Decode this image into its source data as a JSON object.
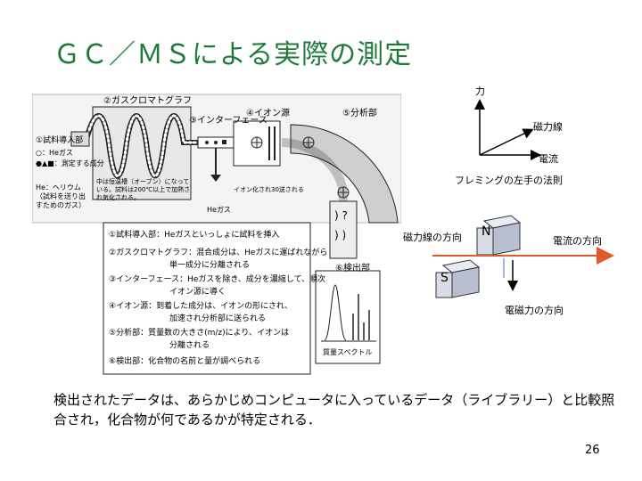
{
  "slide": {
    "title": "ＧＣ／ＭＳによる実際の測定",
    "caption": "検出されたデータは、あらかじめコンピュータに入っているデータ（ライブラリー）と比較照合され，化合物が何であるかが特定される．",
    "page_number": "26"
  },
  "fleming": {
    "force_label": "力",
    "field_label": "磁力線",
    "current_label": "電流",
    "rule_caption": "フレミングの左手の法則"
  },
  "magnet": {
    "field_dir_label": "磁力線の方向",
    "current_dir_label": "電流の方向",
    "force_dir_label": "電磁力の方向",
    "north": "N",
    "south": "S",
    "arrow_color": "#e05a2a"
  },
  "diagram": {
    "gc": "②ガスクロマトグラフ",
    "interface": "③インターフェース",
    "ion_source": "④イオン源",
    "analyzer": "⑤分析部",
    "sample_intro": "①試料導入部",
    "legend_he": "○：Heガス",
    "legend_sep": "●▲■：測定する成分",
    "he_note": "He：ヘリウム（試料を送り出すためのガス）",
    "column_note": "中は恒温槽（オーブン）になっている。試料は200℃以上で加熱され気化される。",
    "ionized_note": "イオン化され30送される",
    "he_gas": "Heガス",
    "detector": "⑥検出部",
    "spectrum": "質量スペクトル",
    "desc_1": "①試料導入部：Heガスといっしょに試料を挿入",
    "desc_2a": "②ガスクロマトグラフ：混合成分は、Heガスに運ばれながら",
    "desc_2b": "単一成分に分離される",
    "desc_3a": "③インターフェース：Heガスを除き、成分を濃縮して、順次",
    "desc_3b": "イオン源に導く",
    "desc_4a": "④イオン源：到着した成分は、イオンの形にされ、",
    "desc_4b": "加速され分析部に送られる",
    "desc_5a": "⑤分析部：質量数の大きさ(m/z)により、イオンは",
    "desc_5b": "分離される",
    "desc_6": "⑥検出部：化合物の名前と量が調べられる"
  }
}
